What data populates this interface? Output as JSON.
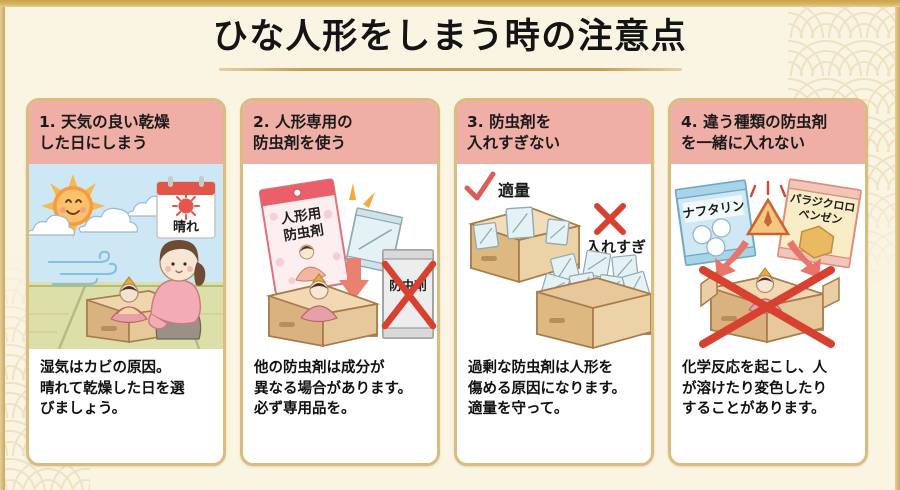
{
  "page": {
    "title": "ひな人形をしまう時の注意点",
    "background_color": "#FAF4E3",
    "accent_gold": "#C5A156",
    "header_pink": "#EFAFA6",
    "card_border": "#D9BC7E",
    "pattern": "seigaiha-wave"
  },
  "cards": [
    {
      "number": "1.",
      "heading": "1. 天気の良い乾燥\n  した日にしまう",
      "body": "湿気はカビの原因。\n晴れて乾燥した日を選\nびましょう。",
      "illustration": {
        "name": "sunny-day-packing-scene",
        "labels": {
          "calendar": "晴れ"
        },
        "elements": [
          "smiling-sun-icon",
          "cloud-icon",
          "wind-lines-icon",
          "calendar-icon",
          "woman-figure",
          "hina-doll",
          "cardboard-box",
          "tatami-floor"
        ],
        "sky_color": "#CDE7F5",
        "tatami_color": "#DDDFA8",
        "sun_color": "#F7A84B"
      }
    },
    {
      "number": "2.",
      "heading": "2. 人形専用の\n  防虫剤を使う",
      "body": "他の防虫剤は成分が\n異なる場合があります。\n必ず専用品を。",
      "illustration": {
        "name": "doll-specific-insecticide-scene",
        "labels": {
          "good_package": "人形用\n防虫剤",
          "bad_package": "防虫剤"
        },
        "elements": [
          "pink-package",
          "sachet-icon",
          "down-arrow-icon",
          "cardboard-box",
          "hina-doll",
          "crossed-out-generic-package",
          "red-cross-mark"
        ],
        "good_color": "#E9606A",
        "cross_color": "#D8412F"
      }
    },
    {
      "number": "3.",
      "heading": "3. 防虫剤を\n  入れすぎない",
      "body": "過剰な防虫剤は人形を\n傷める原因になります。\n適量を守って。",
      "illustration": {
        "name": "correct-amount-vs-too-much-scene",
        "labels": {
          "good": "適量",
          "bad": "入れすぎ"
        },
        "elements": [
          "red-check-icon",
          "box-with-three-sachets",
          "red-cross-icon",
          "box-overflowing-with-sachets"
        ],
        "check_color": "#E05A5A",
        "cross_color": "#D8412F",
        "box_color": "#E8C79A",
        "sachet_count_good": 3,
        "sachet_count_bad": 14
      }
    },
    {
      "number": "4.",
      "heading": "4. 違う種類の防虫剤\n  を一緒に入れない",
      "body": "化学反応を起こし、人\nが溶けたり変色したり\nすることがあります。",
      "illustration": {
        "name": "do-not-mix-insecticides-scene",
        "labels": {
          "package_left": "ナフタリン",
          "package_right": "パラジクロロ\nベンゼン"
        },
        "elements": [
          "blue-naphthalene-package",
          "yellow-paradichlorobenzene-package",
          "warning-triangle-icon",
          "red-arrow-icon",
          "cardboard-box",
          "hina-doll",
          "large-red-cross-mark"
        ],
        "left_pack_color": "#BDE0EF",
        "right_pack_color": "#F6E6B8",
        "warning_color": "#E8A33D",
        "cross_color": "#D8412F"
      }
    }
  ]
}
